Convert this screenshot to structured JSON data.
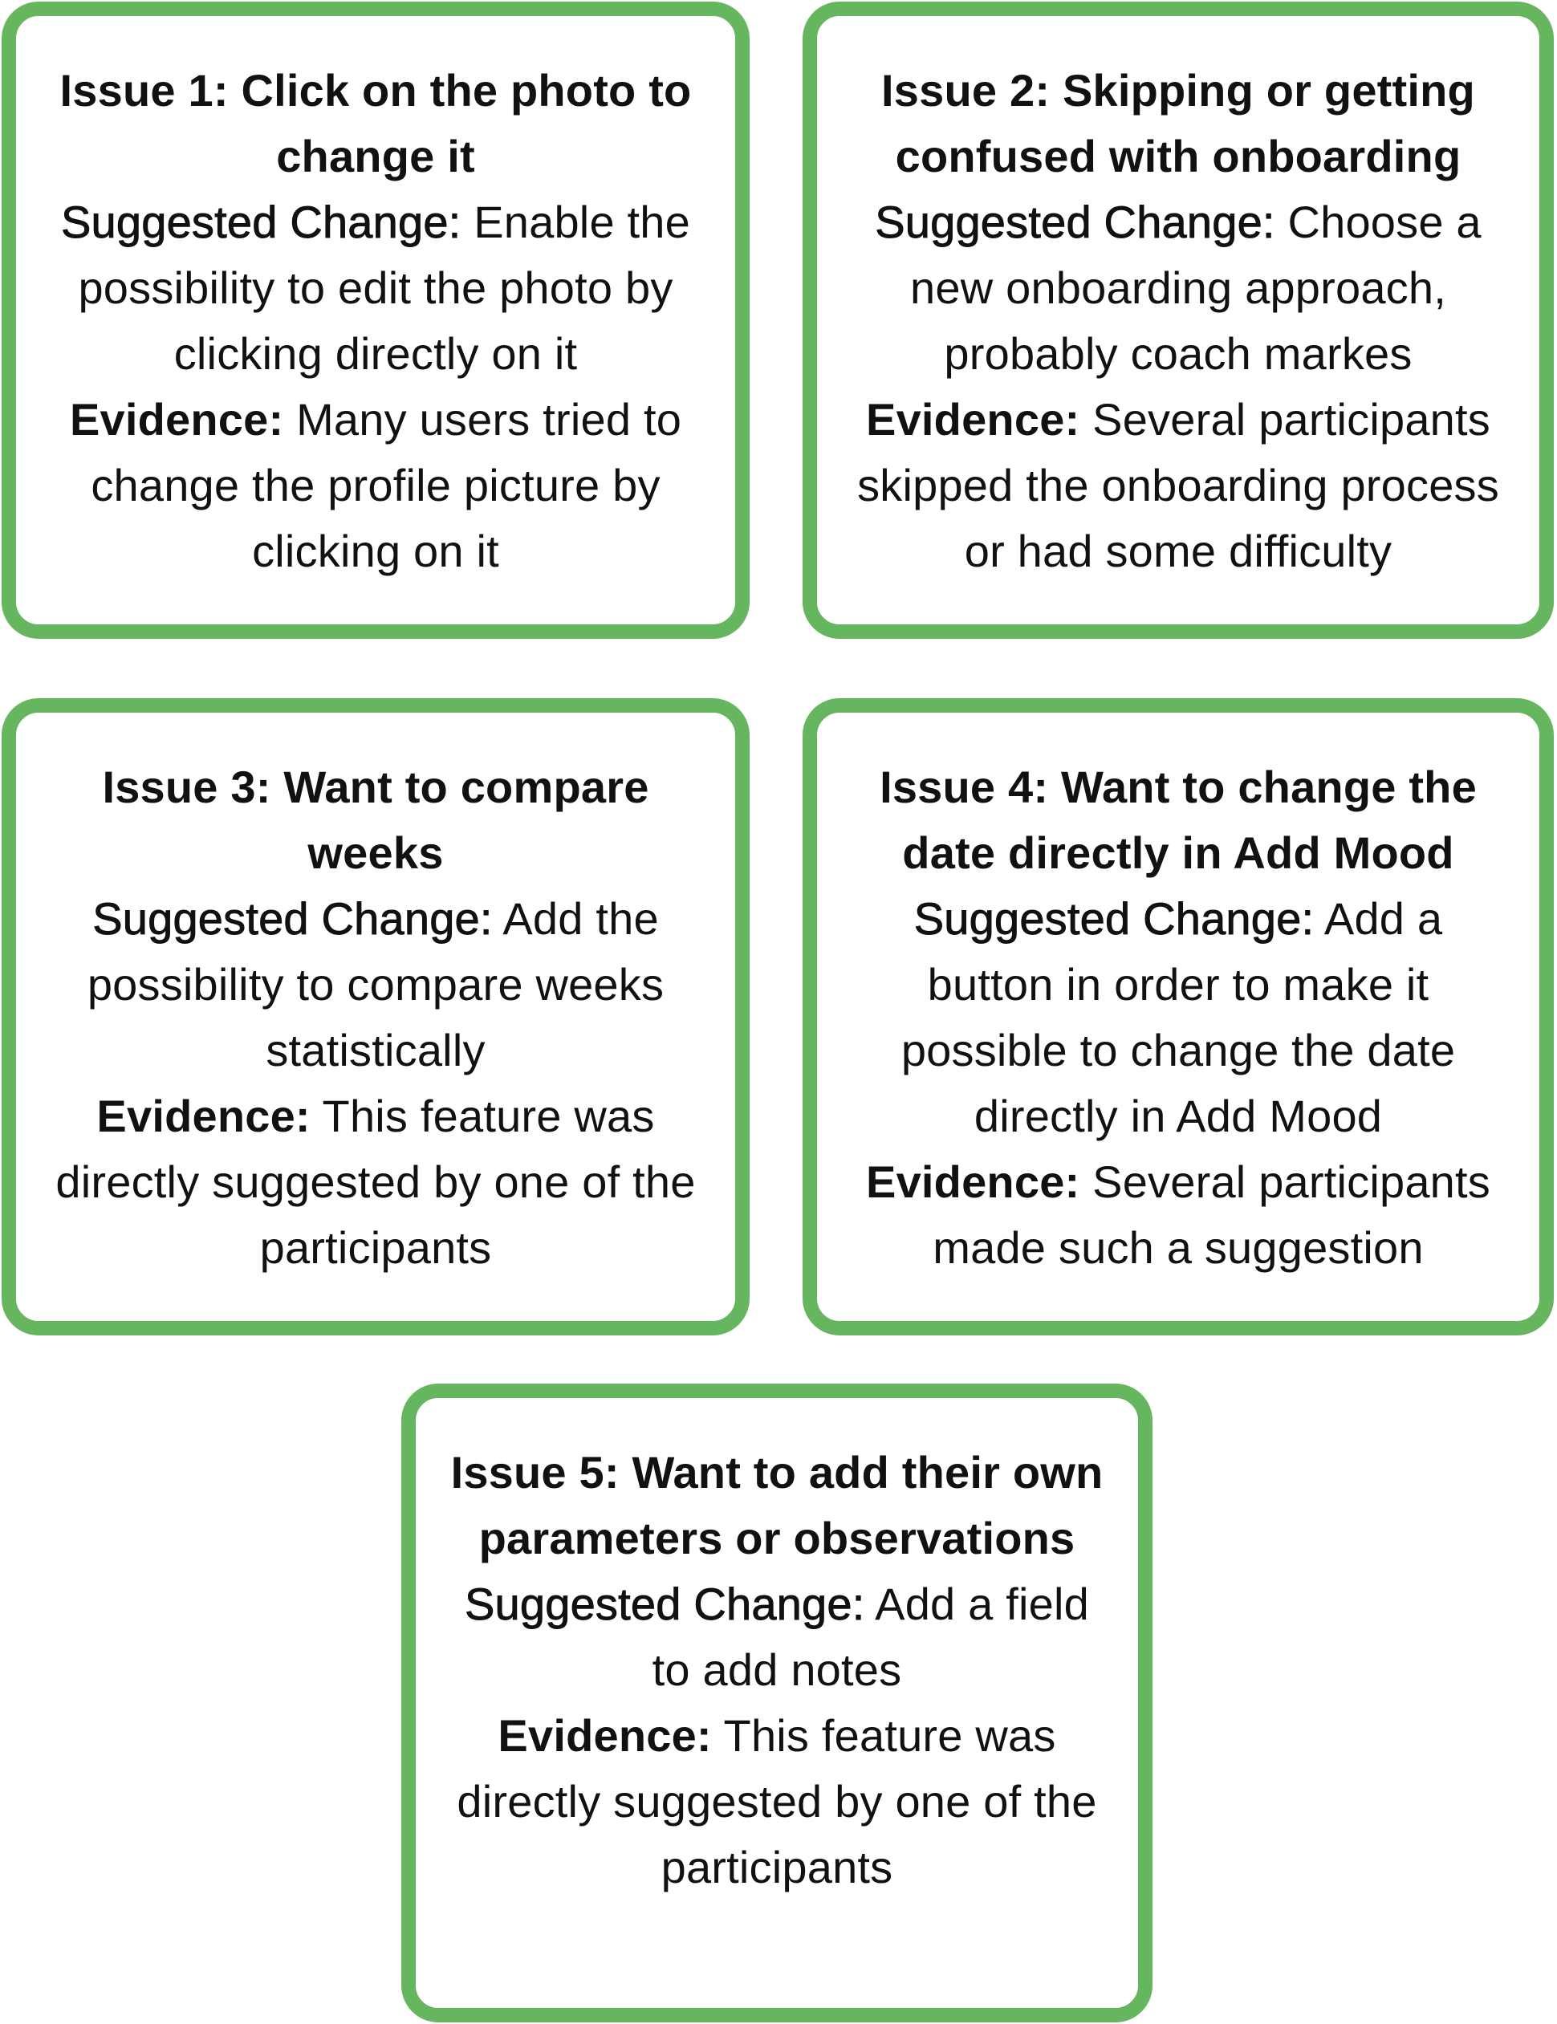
{
  "accent_color": "#66b55f",
  "cards": [
    {
      "title": "Issue 1: Click on the photo to change it",
      "suggested_label": "Suggested Change:",
      "suggested_text": "Enable the possibility to edit the photo by clicking directly on it",
      "evidence_label": "Evidence:",
      "evidence_text": "Many users tried to change the profile picture by clicking on it"
    },
    {
      "title": "Issue 2: Skipping or getting confused with onboarding",
      "suggested_label": "Suggested Change:",
      "suggested_text": "Choose a new onboarding approach, probably coach markes",
      "evidence_label": "Evidence:",
      "evidence_text": "Several participants skipped the onboarding process or had some difficulty"
    },
    {
      "title": "Issue 3: Want to compare weeks",
      "suggested_label": "Suggested Change:",
      "suggested_text": "Add the possibility to compare weeks statistically",
      "evidence_label": "Evidence:",
      "evidence_text": "This feature was directly suggested by one of the participants"
    },
    {
      "title": "Issue 4: Want to change the date directly in Add Mood",
      "suggested_label": "Suggested Change:",
      "suggested_text": "Add a button in order to make it possible to change the date directly in Add Mood",
      "evidence_label": "Evidence:",
      "evidence_text": "Several participants made such a suggestion"
    },
    {
      "title": "Issue 5: Want to add their own parameters or observations",
      "suggested_label": "Suggested Change:",
      "suggested_text": "Add a field to add notes",
      "evidence_label": "Evidence:",
      "evidence_text": "This feature was directly suggested by one of the participants"
    }
  ]
}
